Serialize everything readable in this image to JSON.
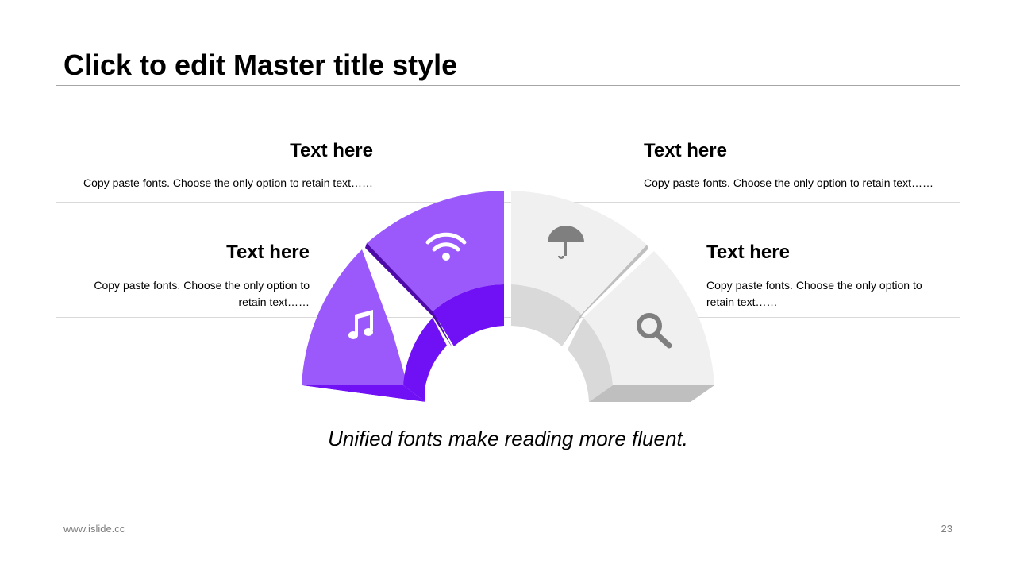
{
  "slide": {
    "title": "Click to edit Master title style",
    "tagline": "Unified fonts make reading more fluent.",
    "footer_url": "www.islide.cc",
    "page_number": "23"
  },
  "blocks": {
    "top_left": {
      "heading": "Text here",
      "body": "Copy paste fonts. Choose the only option to retain text……"
    },
    "top_right": {
      "heading": "Text here",
      "body": "Copy paste fonts. Choose the only option to retain text……"
    },
    "mid_left": {
      "heading": "Text here",
      "body": "Copy paste fonts. Choose the only option to retain text……"
    },
    "mid_right": {
      "heading": "Text here",
      "body": "Copy paste fonts. Choose the only option to retain text……"
    }
  },
  "diagram": {
    "segments": [
      {
        "icon": "music-note-icon",
        "theme": "purple"
      },
      {
        "icon": "wifi-icon",
        "theme": "purple"
      },
      {
        "icon": "umbrella-icon",
        "theme": "gray"
      },
      {
        "icon": "search-icon",
        "theme": "gray"
      }
    ],
    "colors": {
      "purple_face": "#9b59fb",
      "purple_dark": "#7010f5",
      "purple_shadow": "#4d0aa8",
      "gray_face": "#f0f0f0",
      "gray_dark": "#d9d9d9",
      "gray_shadow": "#bfbfbf",
      "icon_white": "#ffffff",
      "icon_gray": "#7f7f7f"
    }
  }
}
